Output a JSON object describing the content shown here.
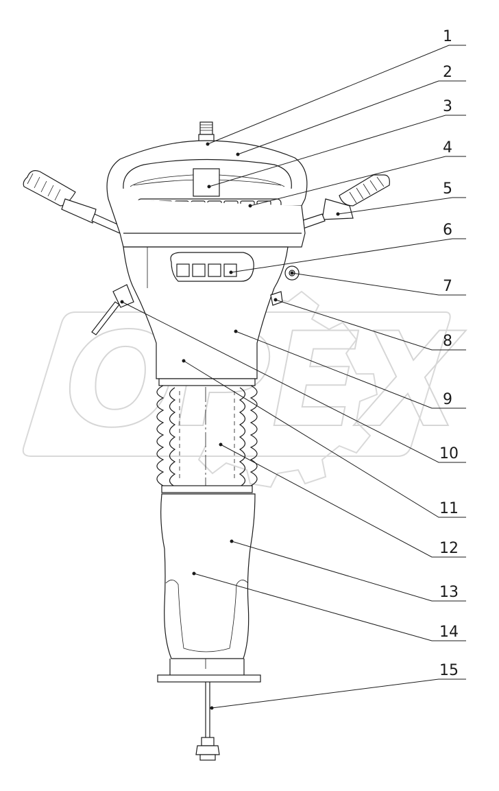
{
  "watermark": {
    "text": "OPEX",
    "color": "#d6d6d6"
  },
  "callouts": [
    {
      "label": "1"
    },
    {
      "label": "2"
    },
    {
      "label": "3"
    },
    {
      "label": "4"
    },
    {
      "label": "5"
    },
    {
      "label": "6"
    },
    {
      "label": "7"
    },
    {
      "label": "8"
    },
    {
      "label": "9"
    },
    {
      "label": "10"
    },
    {
      "label": "11"
    },
    {
      "label": "12"
    },
    {
      "label": "13"
    },
    {
      "label": "14"
    },
    {
      "label": "15"
    }
  ],
  "colors": {
    "line": "#1a1a1a",
    "background": "#ffffff"
  }
}
